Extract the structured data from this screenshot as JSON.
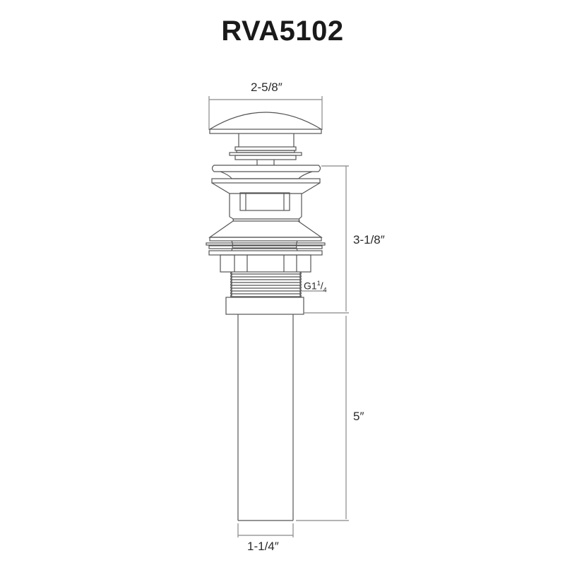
{
  "title": "RVA5102",
  "dimensions": {
    "cap_width": "2-5/8″",
    "body_height": "3-1/8″",
    "tailpiece_length": "5″",
    "tailpiece_diameter": "1-1/4″"
  },
  "thread_label": {
    "prefix": "G1",
    "numerator": "1",
    "denominator": "4"
  },
  "colors": {
    "line": "#555555",
    "dimension_line": "#888888",
    "text": "#1a1a1a"
  }
}
